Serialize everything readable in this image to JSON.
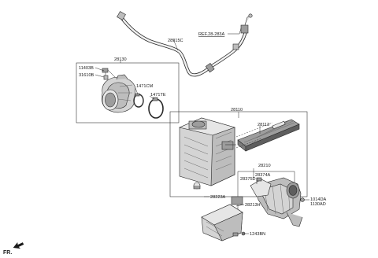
{
  "labels": {
    "p28915C": "28915C",
    "ref": "REF.28-283A",
    "p28130": "28130",
    "p11403B": "11403B",
    "p31610B": "31610B",
    "p1471CM": "1471CM",
    "p1471TE": "1471TE",
    "p28110": "28110",
    "p28113": "28113",
    "p28210": "28210",
    "p28374A": "28374A",
    "p28375D": "28375D",
    "p1014DA": "1014DA",
    "p1130AD": "1130AD",
    "p28223A": "28223A",
    "p28213H": "28213H",
    "p1243BN": "1243BN",
    "fr": "FR."
  }
}
